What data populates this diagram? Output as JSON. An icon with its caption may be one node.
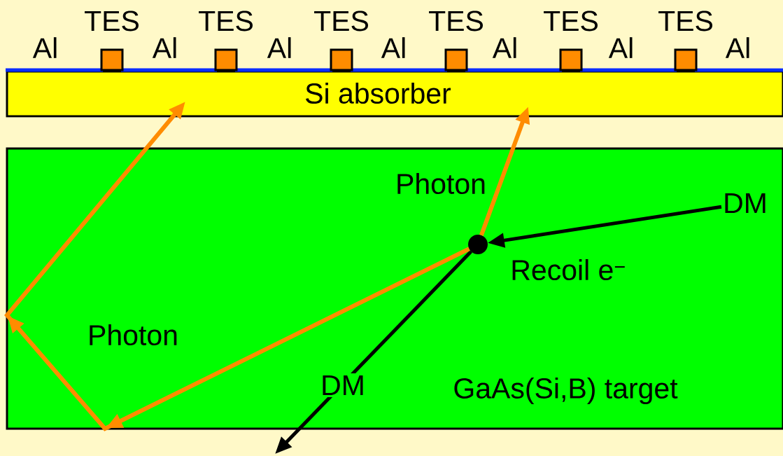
{
  "diagram": {
    "nodes": [
      {
        "text": [
          "Si absorber"
        ]
      },
      {
        "text": [
          "GaAs(Si,B) target"
        ]
      },
      {
        "text": [],
        "shape": "circle",
        "in": 1
      },
      {
        "text": [
          "DM"
        ],
        "in": 1
      }
    ],
    "edges": [
      {
        "from": 3,
        "to": 2,
        "arrow": "to",
        "color": "#000000"
      },
      {
        "from": 2,
        "to": null,
        "arrow": "to",
        "label": "DM",
        "color": "#000000"
      },
      {
        "from": 2,
        "to": 0,
        "arrow": "to",
        "label": "Photon",
        "color": "#ff8c00"
      },
      {
        "from": 2,
        "to": 0,
        "arrow": "to",
        "label": "Photon",
        "color": "#ff8c00"
      }
    ],
    "labels": [
      "TES",
      "TES",
      "TES",
      "TES",
      "TES",
      "TES",
      "Al",
      "Al",
      "Al",
      "Al",
      "Al",
      "Al",
      "Al",
      "Recoil e$^{−}$"
    ]
  }
}
